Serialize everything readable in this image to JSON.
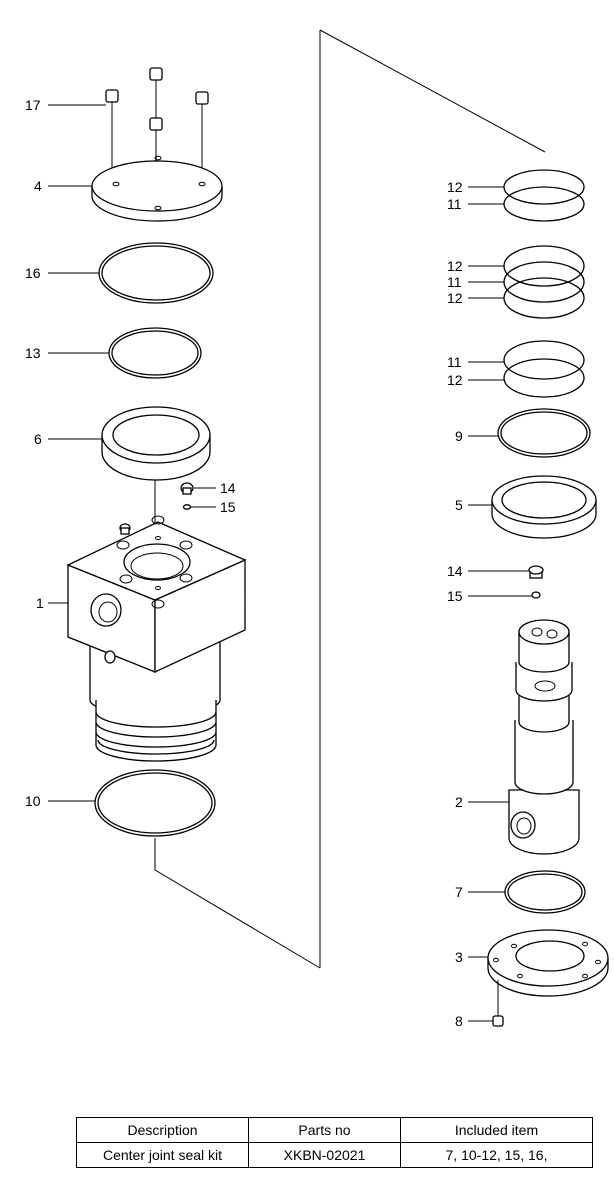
{
  "callouts": {
    "c17": "17",
    "c4": "4",
    "c16": "16",
    "c13": "13",
    "c6": "6",
    "c14a": "14",
    "c15a": "15",
    "c1": "1",
    "c10": "10",
    "c12a": "12",
    "c11a": "11",
    "c12b": "12",
    "c11b": "11",
    "c12c": "12",
    "c11c": "11",
    "c12d": "12",
    "c9": "9",
    "c5": "5",
    "c14b": "14",
    "c15b": "15",
    "c2": "2",
    "c7": "7",
    "c3": "3",
    "c8": "8"
  },
  "table": {
    "headers": [
      "Description",
      "Parts no",
      "Included item"
    ],
    "row": [
      "Center joint seal kit",
      "XKBN-02021",
      "7, 10-12, 15, 16,"
    ]
  }
}
